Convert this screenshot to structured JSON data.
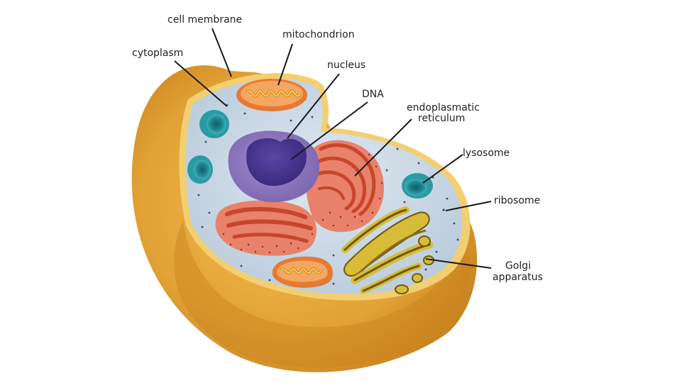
{
  "labels": {
    "cell_membrane": "cell membrane",
    "mitochondrion": "mitochondrion",
    "cytoplasm": "cytoplasm",
    "nucleus": "nucleus",
    "dna": "DNA",
    "er_line1": "endoplasmatic",
    "er_line2": "reticulum",
    "lysosome": "lysosome",
    "ribosome": "ribosome",
    "golgi_line1": "Golgi",
    "golgi_line2": "apparatus"
  },
  "colors": {
    "cell_wall": "#e0a030",
    "cell_wall_dark": "#c07818",
    "membrane_rim": "#f2cf72",
    "cytoplasm": "#c6d6e4",
    "nucleus": "#8a74b8",
    "dna": "#4a3590",
    "er": "#e8826a",
    "er_dark": "#c8452c",
    "lysosome": "#2a9aa4",
    "golgi": "#d8bc38",
    "mitochondrion": "#f09048",
    "ribosome_dot": "#3a4660",
    "leader_line": "#1a1a1a"
  }
}
